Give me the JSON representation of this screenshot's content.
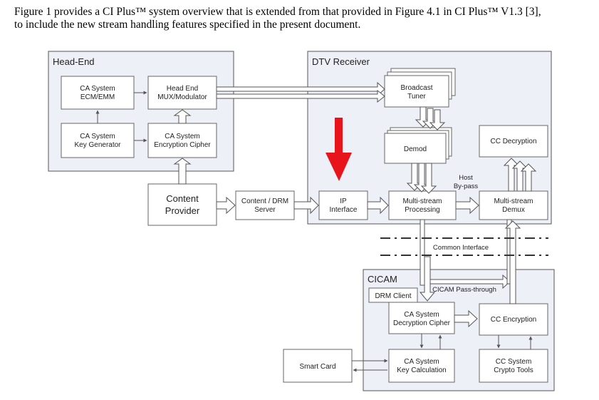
{
  "caption": {
    "line1": "Figure 1 provides a CI Plus™ system overview that is extended from that provided in Figure 4.1 in CI Plus™ V1.3 [3],",
    "line2": "to include the new stream handling features specified in the present document."
  },
  "diagram": {
    "headend_label": "Head-End",
    "dtv_label": "DTV Receiver",
    "cicam_label": "CICAM",
    "common_interface": "Common Interface",
    "host_bypass": [
      "Host",
      "By-pass"
    ],
    "cicam_passthrough": "CICAM Pass-through",
    "boxes": {
      "ca_ecm": [
        "CA System",
        "ECM/EMM"
      ],
      "headend_mux": [
        "Head End",
        "MUX/Modulator"
      ],
      "ca_keygen": [
        "CA System",
        "Key Generator"
      ],
      "ca_encrypt": [
        "CA System",
        "Encryption Cipher"
      ],
      "content_provider": [
        "Content",
        "Provider"
      ],
      "drm_server": [
        "Content / DRM",
        "Server"
      ],
      "ip_interface": [
        "IP",
        "Interface"
      ],
      "broadcast_tuner": [
        "Broadcast",
        "Tuner"
      ],
      "demod": [
        "Demod"
      ],
      "cc_decryption": [
        "CC Decryption"
      ],
      "multistream_processing": [
        "Multi-stream",
        "Processing"
      ],
      "multistream_demux": [
        "Multi-stream",
        "Demux"
      ],
      "drm_client": [
        "DRM Client"
      ],
      "ca_decrypt": [
        "CA System",
        "Decryption Cipher"
      ],
      "cc_encryption": [
        "CC Encryption"
      ],
      "smart_card": [
        "Smart Card"
      ],
      "ca_keycalc": [
        "CA System",
        "Key Calculation"
      ],
      "cc_crypto": [
        "CC System",
        "Crypto Tools"
      ]
    },
    "highlight_arrow_color": "#e8141b"
  }
}
